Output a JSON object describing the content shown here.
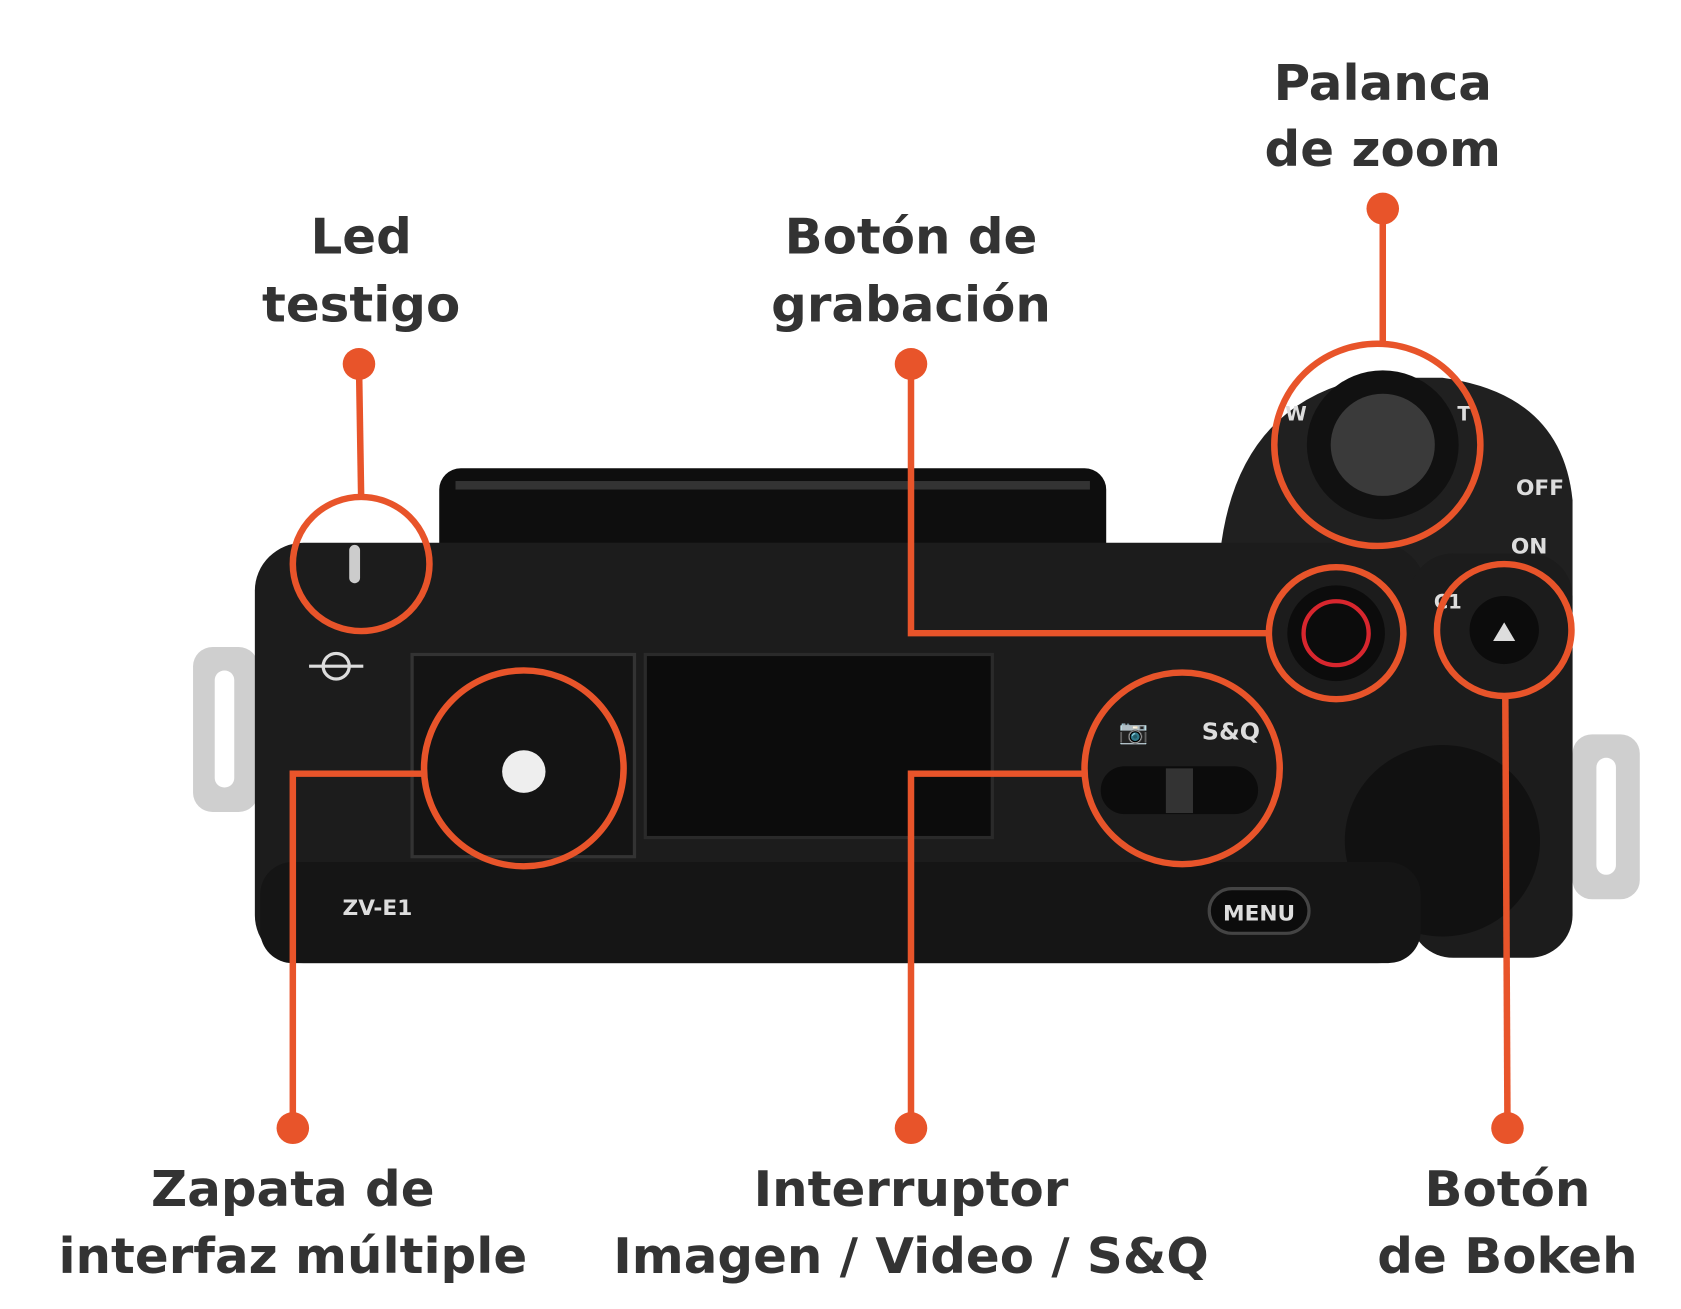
{
  "colors": {
    "callout": "#E8542A",
    "label": "#333333",
    "body": "#1c1c1c"
  },
  "camera": {
    "model": "ZV-E1",
    "menu": "MENU",
    "off": "OFF",
    "on": "ON",
    "sq": "S&Q",
    "c1": "C1",
    "w": "W",
    "t": "T"
  },
  "labels": {
    "zoom": [
      "Palanca",
      "de zoom"
    ],
    "led": [
      "Led",
      "testigo"
    ],
    "record": [
      "Botón de",
      "grabación"
    ],
    "shoe": [
      "Zapata de",
      "interfaz múltiple"
    ],
    "switch": [
      "Interruptor",
      "Imagen / Video / S&Q"
    ],
    "bokeh": [
      "Botón",
      "de Bokeh"
    ]
  }
}
